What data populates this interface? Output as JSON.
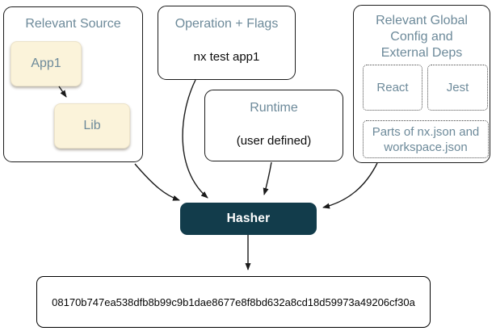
{
  "diagram": {
    "relevant_source": {
      "title": "Relevant Source",
      "app1_label": "App1",
      "lib_label": "Lib"
    },
    "operation_flags": {
      "title": "Operation + Flags",
      "command": "nx test app1"
    },
    "runtime": {
      "title": "Runtime",
      "value": "(user defined)"
    },
    "global_config": {
      "title_lines": [
        "Relevant Global",
        "Config and",
        "External Deps"
      ],
      "react_label": "React",
      "jest_label": "Jest",
      "parts_lines": [
        "Parts of nx.json and",
        "workspace.json"
      ]
    },
    "hasher": {
      "label": "Hasher"
    },
    "hash_output": {
      "value": "08170b747ea538dfb8b99c9b1dae8677e8f8bd632a8cd18d59973a49206cf30a"
    },
    "edges": [
      {
        "from": "app1",
        "to": "lib"
      },
      {
        "from": "relevant-source",
        "to": "hasher"
      },
      {
        "from": "operation-flags",
        "to": "hasher"
      },
      {
        "from": "runtime",
        "to": "hasher"
      },
      {
        "from": "global-config",
        "to": "hasher"
      },
      {
        "from": "hasher",
        "to": "hash-output"
      }
    ],
    "colors": {
      "hasher_bg": "#123c4b",
      "hasher_text": "#ffffff",
      "node_cream_bg": "#fbf3da",
      "heading_slate": "#6d8a9a",
      "border_dark": "#1b1b1b"
    }
  }
}
